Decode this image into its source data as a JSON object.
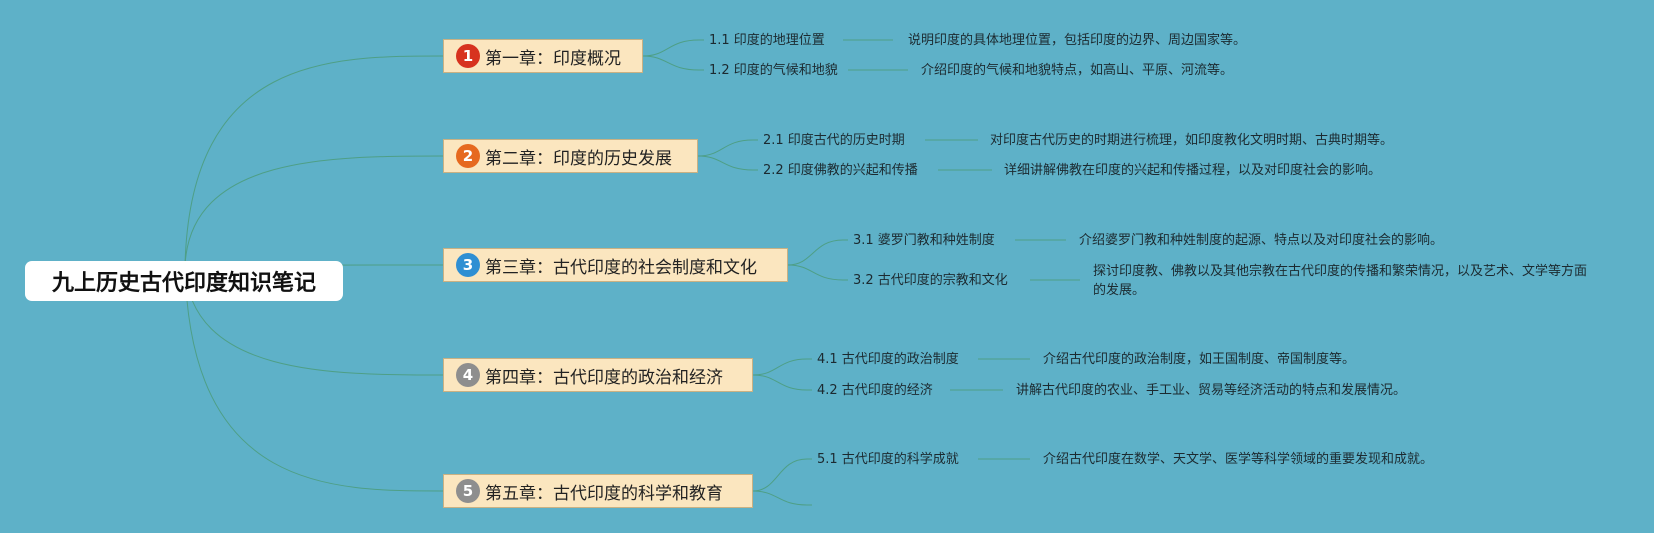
{
  "root": {
    "title": "九上历史古代印度知识笔记"
  },
  "colors": {
    "background": "#5eb1c8",
    "line": "#4e9f86",
    "chapter_fill": "#fbe6bf",
    "badges": [
      "#d7321f",
      "#e6691f",
      "#2f8fd3",
      "#8e8e8e",
      "#8e8e8e"
    ]
  },
  "chapters": [
    {
      "number": "1",
      "label": "第一章：印度概况",
      "topics": [
        {
          "label": "1.1 印度的地理位置",
          "note": "说明印度的具体地理位置，包括印度的边界、周边国家等。"
        },
        {
          "label": "1.2 印度的气候和地貌",
          "note": "介绍印度的气候和地貌特点，如高山、平原、河流等。"
        }
      ]
    },
    {
      "number": "2",
      "label": "第二章：印度的历史发展",
      "topics": [
        {
          "label": "2.1 印度古代的历史时期",
          "note": "对印度古代历史的时期进行梳理，如印度教化文明时期、古典时期等。"
        },
        {
          "label": "2.2 印度佛教的兴起和传播",
          "note": "详细讲解佛教在印度的兴起和传播过程，以及对印度社会的影响。"
        }
      ]
    },
    {
      "number": "3",
      "label": "第三章：古代印度的社会制度和文化",
      "topics": [
        {
          "label": "3.1 婆罗门教和种姓制度",
          "note": "介绍婆罗门教和种姓制度的起源、特点以及对印度社会的影响。"
        },
        {
          "label": "3.2 古代印度的宗教和文化",
          "note": "探讨印度教、佛教以及其他宗教在古代印度的传播和繁荣情况，以及艺术、文学等方面的发展。"
        }
      ]
    },
    {
      "number": "4",
      "label": "第四章：古代印度的政治和经济",
      "topics": [
        {
          "label": "4.1 古代印度的政治制度",
          "note": "介绍古代印度的政治制度，如王国制度、帝国制度等。"
        },
        {
          "label": "4.2 古代印度的经济",
          "note": "讲解古代印度的农业、手工业、贸易等经济活动的特点和发展情况。"
        }
      ]
    },
    {
      "number": "5",
      "label": "第五章：古代印度的科学和教育",
      "topics": [
        {
          "label": "5.1 古代印度的科学成就",
          "note": "介绍古代印度在数学、天文学、医学等科学领域的重要发现和成就。"
        }
      ]
    }
  ]
}
